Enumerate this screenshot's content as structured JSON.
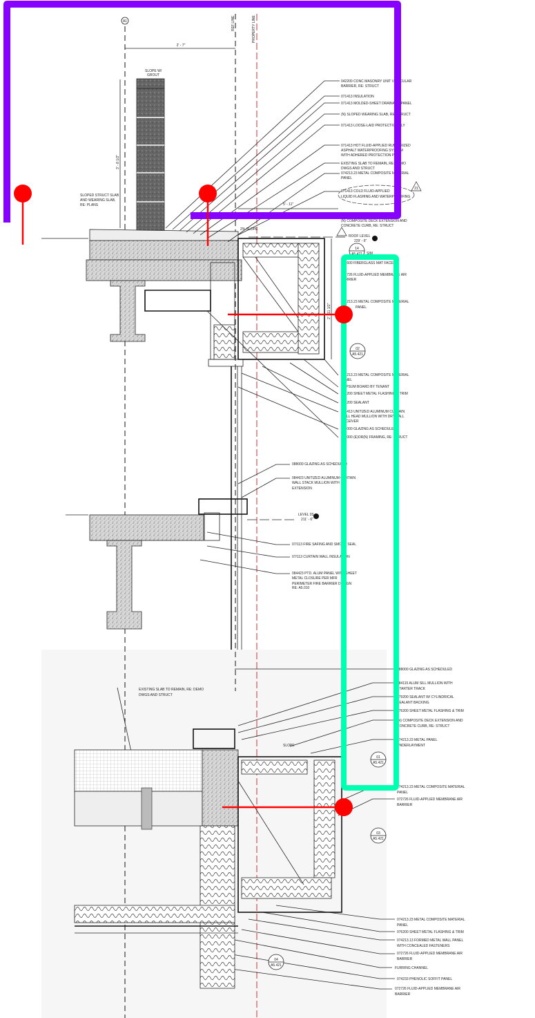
{
  "drawing": {
    "grid_bubble": "A1",
    "ref_line": "REF LINE",
    "property_line": "PROPERTY LINE",
    "dim_top": "2' - 7\"",
    "slope_grout": [
      "SLOPE W/",
      "GROUT"
    ],
    "dim_parapet": "3' - 8 1/2\"",
    "dim_panel": "5' - 11\"",
    "slope_2pct": "2% SLOPE",
    "dim_vertical": "2' - 11 1/2\"",
    "slope_bottom": "SLOPE",
    "sloped_slab": [
      "SLOPED STRUCT SLAB",
      "AND WEARING SLAB,",
      "RE: PLANS"
    ],
    "existing_slab_bottom": [
      "EXISTING SLAB TO REMAIN, RE: DEMO",
      "DWGS AND STRUCT"
    ],
    "roof_level": {
      "name": "ROOF LEVEL",
      "elev": "229' - 6\""
    },
    "level_03": {
      "name": "LEVEL 03",
      "elev": "211' - 6\""
    },
    "revision_tag": "21",
    "callouts": [
      {
        "num": "14",
        "sheet": "A5.421",
        "note": "SIM"
      },
      {
        "num": "02",
        "sheet": "A5.421"
      },
      {
        "num": "01",
        "sheet": "A5.421"
      },
      {
        "num": "03",
        "sheet": "A5.421"
      },
      {
        "num": "04",
        "sheet": "A5.421"
      }
    ]
  },
  "labels": {
    "top": [
      "042200 CONC MASONRY UNIT VEHICULAR",
      "BARRIER, RE: STRUCT",
      "071413 INSULATION",
      "071413 MOLDED-SHEET DRAINAGE PANEL",
      "(N) SLOPED WEARING SLAB, RE: STRUCT",
      "071413 LOOSE-LAID PROTECTION PLY",
      "071413 HOT FLUID-APPLIED RUBBERIZED",
      "ASPHALT WATERPROOFING SYSTEM",
      "WITH ADHERED PROTECTION PLY",
      "EXISTING SLAB TO REMAIN, RE: DEMO",
      "DWGS AND STRUCT",
      "074213.23 METAL COMPOSITE MATERIAL",
      "PANEL",
      "071413 COLD FLUID-APPLIED",
      "LIQUID FLASHING AND WATERPROOFING",
      "(N) COMPOSITE DECK EXTENSION AND",
      "CONCRETE CURB, RE: STRUCT"
    ],
    "upper_right": [
      "061600 FIBERGLASS MAT FACED",
      "072726 FLUID-APPLIED MEMBRANE AIR",
      "BARRIER",
      "074213.23 METAL COMPOSITE MATERIAL",
      "PANEL",
      "074213.23 METAL COMPOSITE MATERIAL",
      "PANEL",
      "GYPSUM BOARD BY TENANT",
      "076200 SHEET METAL FLASHING & TRIM",
      "079200 SEALANT",
      "084413 UNITIZED ALUMINUM CURTAIN",
      "WALL HEAD MULLION WITH DRYWALL",
      "RECEIVER",
      "088000 GLAZING AS SCHEDULED",
      "061000 (E)OR(N) FRAMING, RE: STRUCT"
    ],
    "middle": [
      "088000 GLAZING AS SCHEDULED",
      "084423 UNITIZED ALUMINUM CURTAIN",
      "WALL STACK MULLION WITH",
      "EXTENSION",
      "07/113 FIRE SAFING AND SMOKE SEAL",
      "07/113 CURTAIN WALL INSULATION",
      "084423 PTD. ALUM PANEL WITH SHEET",
      "METAL CLOSURE PER MFR",
      "PERIMETER FIRE BARRIER DESIGN",
      "RE: A5.010"
    ],
    "lower": [
      "088000 GLAZING AS SCHEDULED",
      "084115 ALUM SILL MULLION WITH",
      "STARTER TRACK",
      "079200 SEALANT W/ CYLINDRICAL",
      "SEALANT BACKING",
      "076200 SHEET METAL FLASHING & TRIM",
      "(N) COMPOSITE DECK EXTENSION AND",
      "CONCRETE CURB, RE: STRUCT",
      "074213.23 METAL PANEL",
      "UNDERLAYMENT",
      "074213.23 METAL COMPOSITE MATERIAL",
      "PANEL",
      "072726 FLUID-APPLIED MEMBRANE AIR",
      "BARRIER"
    ],
    "bottom": [
      "074213.23 METAL COMPOSITE MATERIAL",
      "PANEL",
      "076200 SHEET METAL FLASHING & TRIM",
      "074213.13 FORMED METAL WALL PANEL",
      "WITH CONCEALED FASTENERS",
      "072726 FLUID-APPLIED MEMBRANE AIR",
      "BARRIER",
      "FURRING CHANNEL",
      "074233 PHENOLIC SOFFIT PANEL",
      "072726 FLUID-APPLIED MEMBRANE AIR",
      "BARRIER"
    ]
  },
  "colors": {
    "purple_frame": "#8800ff",
    "green_frame": "#00ffb0",
    "red_marker": "#ff0000"
  }
}
